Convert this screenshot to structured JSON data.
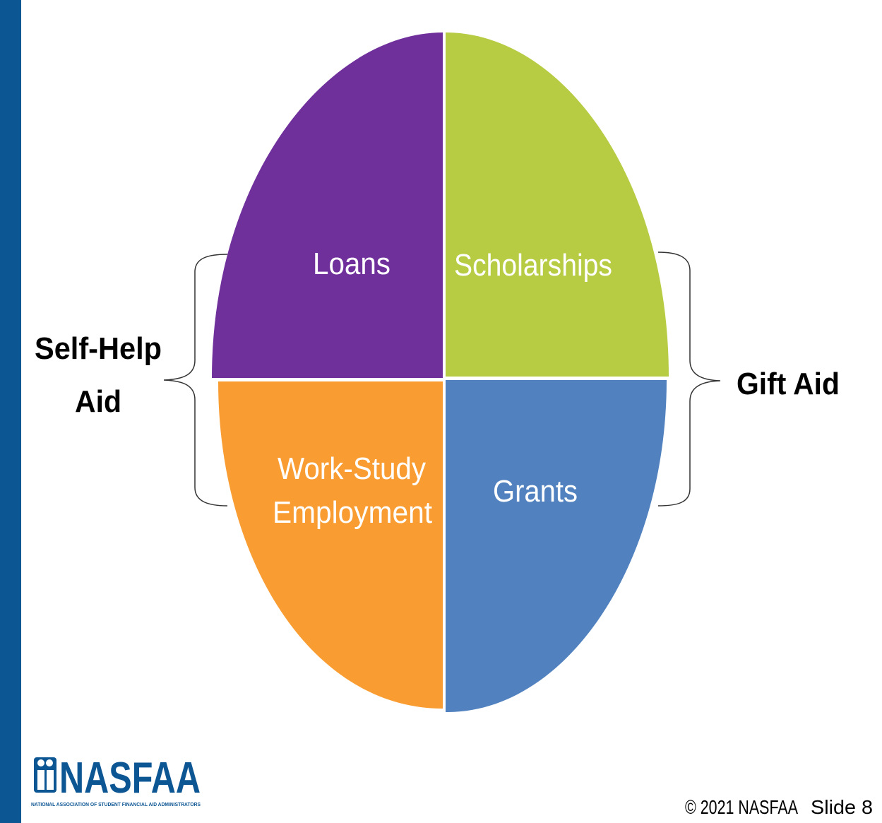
{
  "slide": {
    "background_color": "#0d5694",
    "panel_color": "#ffffff"
  },
  "diagram": {
    "quadrants": {
      "top_left": {
        "label": "Loans",
        "color": "#70309c"
      },
      "top_right": {
        "label": "Scholarships",
        "color": "#b7cc42"
      },
      "bottom_left": {
        "line1": "Work-Study",
        "line2": "Employment",
        "color": "#f99d32"
      },
      "bottom_right": {
        "label": "Grants",
        "color": "#5182bf"
      }
    },
    "left_group": {
      "line1": "Self-Help",
      "line2": "Aid"
    },
    "right_group": {
      "label": "Gift Aid"
    }
  },
  "logo": {
    "name": "NASFAA",
    "tagline": "NATIONAL ASSOCIATION OF STUDENT FINANCIAL AID ADMINISTRATORS",
    "color": "#0d5694"
  },
  "footer": {
    "copyright": "© 2021 NASFAA",
    "slide_label": "Slide 8"
  }
}
